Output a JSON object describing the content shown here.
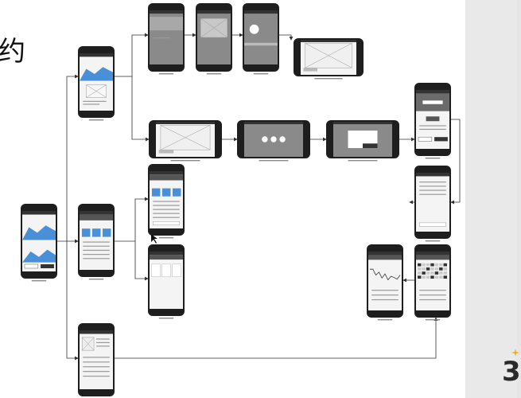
{
  "slide": {
    "headline": "约",
    "brand_mark": "3"
  },
  "colors": {
    "slide_bg": "#ffffff",
    "frame_bg": "#e6e6e6",
    "phone_body": "#1e1e1e",
    "screen_light": "#f4f4f4",
    "screen_gray": "#8a8a8a",
    "chart_blue": "#4a90d9",
    "connector": "#333333",
    "accent_orange": "#f5a623"
  },
  "screens": [
    {
      "id": "home",
      "type": "chart",
      "orient": "portrait"
    },
    {
      "id": "upper-menu",
      "type": "chart-small",
      "orient": "portrait"
    },
    {
      "id": "video-1",
      "type": "gray-video",
      "orient": "portrait"
    },
    {
      "id": "video-2",
      "type": "gray-x",
      "orient": "portrait"
    },
    {
      "id": "video-3",
      "type": "gray-circle",
      "orient": "portrait"
    },
    {
      "id": "video-fullscreen",
      "type": "light-x",
      "orient": "landscape"
    },
    {
      "id": "training-1",
      "type": "light-x",
      "orient": "landscape"
    },
    {
      "id": "training-2",
      "type": "gray-controls",
      "orient": "landscape"
    },
    {
      "id": "training-3",
      "type": "gray-dialog",
      "orient": "landscape"
    },
    {
      "id": "result",
      "type": "result",
      "orient": "portrait"
    },
    {
      "id": "middle-menu",
      "type": "bars-list",
      "orient": "portrait"
    },
    {
      "id": "detail-top",
      "type": "bars-form",
      "orient": "portrait"
    },
    {
      "id": "detail-bottom",
      "type": "cards",
      "orient": "portrait"
    },
    {
      "id": "form-right",
      "type": "form",
      "orient": "portrait"
    },
    {
      "id": "stats-chart",
      "type": "line-chart",
      "orient": "portrait"
    },
    {
      "id": "calendar",
      "type": "calendar",
      "orient": "portrait"
    },
    {
      "id": "bottom-form",
      "type": "x-form",
      "orient": "portrait"
    }
  ]
}
